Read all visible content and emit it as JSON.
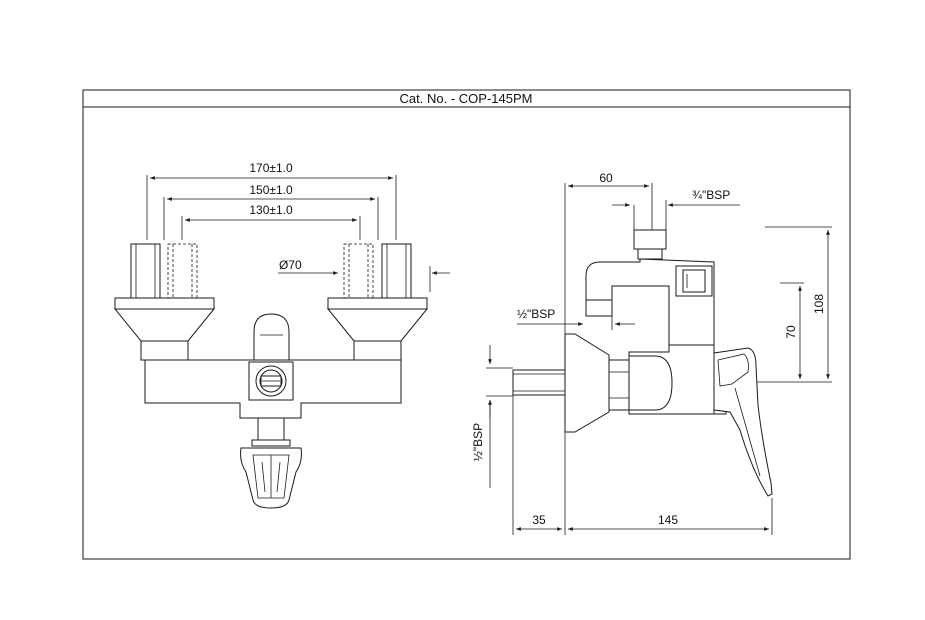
{
  "title": "Cat. No. - COP-145PM",
  "dimensions": {
    "d170": "170±1.0",
    "d150": "150±1.0",
    "d130": "130±1.0",
    "dia70": "Ø70",
    "d60": "60",
    "bsp34": "¾\"BSP",
    "bsp12_top": "½\"BSP",
    "bsp12_side": "½\"BSP",
    "d108": "108",
    "d70": "70",
    "d35": "35",
    "d145": "145"
  }
}
